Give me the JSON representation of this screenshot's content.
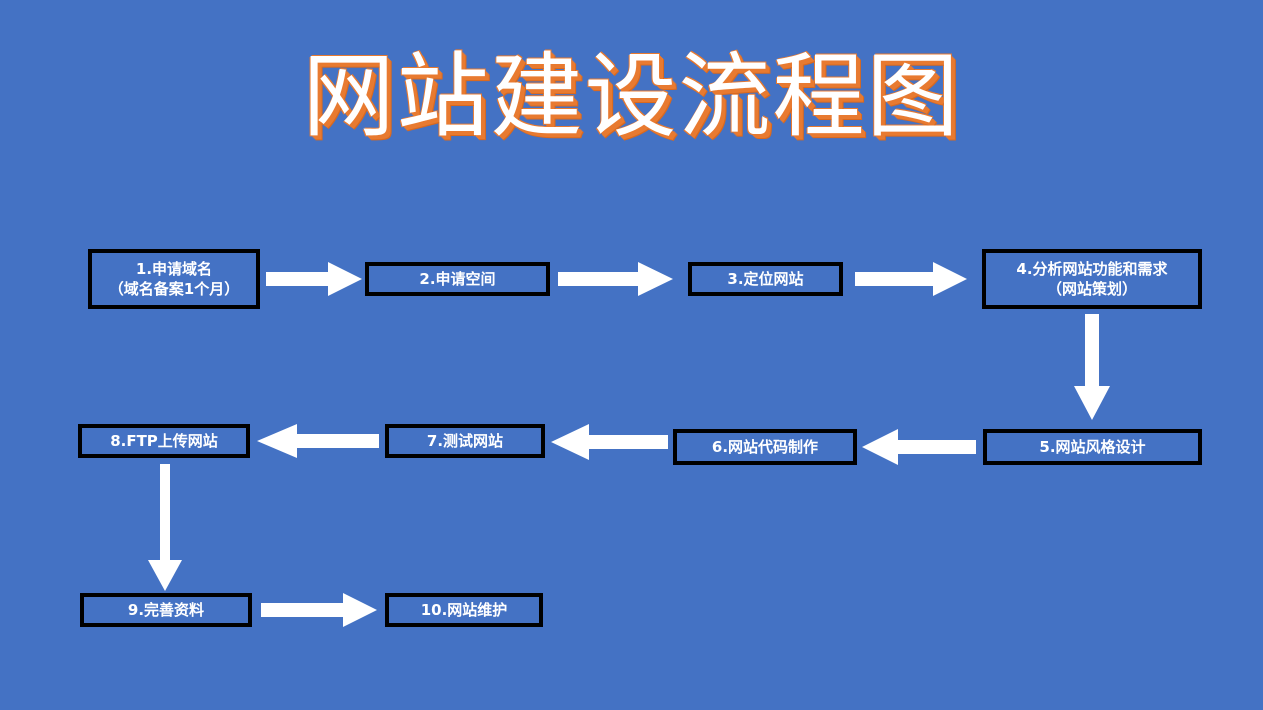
{
  "slide": {
    "title": "网站建设流程图",
    "background_color": "#4472C4",
    "title_fill_color": "#FFFFFF",
    "title_shadow_color": "#E87A30",
    "box_border_color": "#000000",
    "box_text_color": "#FFFFFF",
    "arrow_color": "#FFFFFF"
  },
  "chart_data": {
    "type": "diagram",
    "title": "网站建设流程图",
    "nodes": [
      {
        "id": 1,
        "label": "1.申请域名",
        "label_line2": "（域名备案1个月）"
      },
      {
        "id": 2,
        "label": "2.申请空间",
        "label_line2": ""
      },
      {
        "id": 3,
        "label": "3.定位网站",
        "label_line2": ""
      },
      {
        "id": 4,
        "label": "4.分析网站功能和需求",
        "label_line2": "（网站策划）"
      },
      {
        "id": 5,
        "label": "5.网站风格设计",
        "label_line2": ""
      },
      {
        "id": 6,
        "label": "6.网站代码制作",
        "label_line2": ""
      },
      {
        "id": 7,
        "label": "7.测试网站",
        "label_line2": ""
      },
      {
        "id": 8,
        "label": "8.FTP上传网站",
        "label_line2": ""
      },
      {
        "id": 9,
        "label": "9.完善资料",
        "label_line2": ""
      },
      {
        "id": 10,
        "label": "10.网站维护",
        "label_line2": ""
      }
    ],
    "edges": [
      {
        "from": 1,
        "to": 2,
        "direction": "right"
      },
      {
        "from": 2,
        "to": 3,
        "direction": "right"
      },
      {
        "from": 3,
        "to": 4,
        "direction": "right"
      },
      {
        "from": 4,
        "to": 5,
        "direction": "down"
      },
      {
        "from": 5,
        "to": 6,
        "direction": "left"
      },
      {
        "from": 6,
        "to": 7,
        "direction": "left"
      },
      {
        "from": 7,
        "to": 8,
        "direction": "left"
      },
      {
        "from": 8,
        "to": 9,
        "direction": "down"
      },
      {
        "from": 9,
        "to": 10,
        "direction": "right"
      }
    ]
  }
}
